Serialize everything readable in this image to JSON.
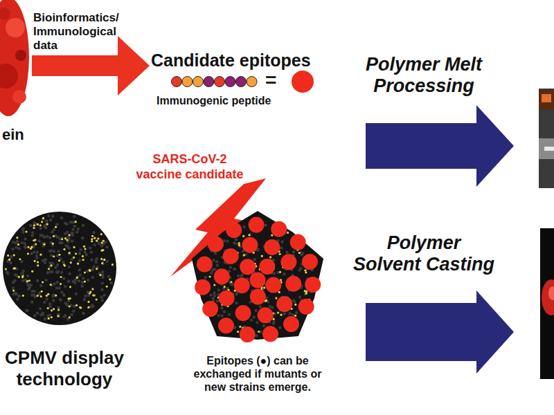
{
  "diagram": {
    "nodes": [
      {
        "text": [
          "ein"
        ]
      },
      {
        "text": [
          "Candidate epitopes",
          "Immunogenic peptide"
        ]
      },
      {
        "text": [
          "CPMV display technology"
        ]
      },
      {
        "text": [
          "Epitopes (●) can be exchanged if mutants or new strains emerge."
        ]
      }
    ],
    "edges": [
      {
        "from": 0,
        "to": 1,
        "arrow": "to",
        "label": "Bioinformatics/ Immunological data"
      }
    ],
    "labels": [
      "=",
      "SARS-CoV-2 vaccine candidate",
      "Polymer Melt Processing",
      "Polymer Solvent Casting"
    ]
  }
}
